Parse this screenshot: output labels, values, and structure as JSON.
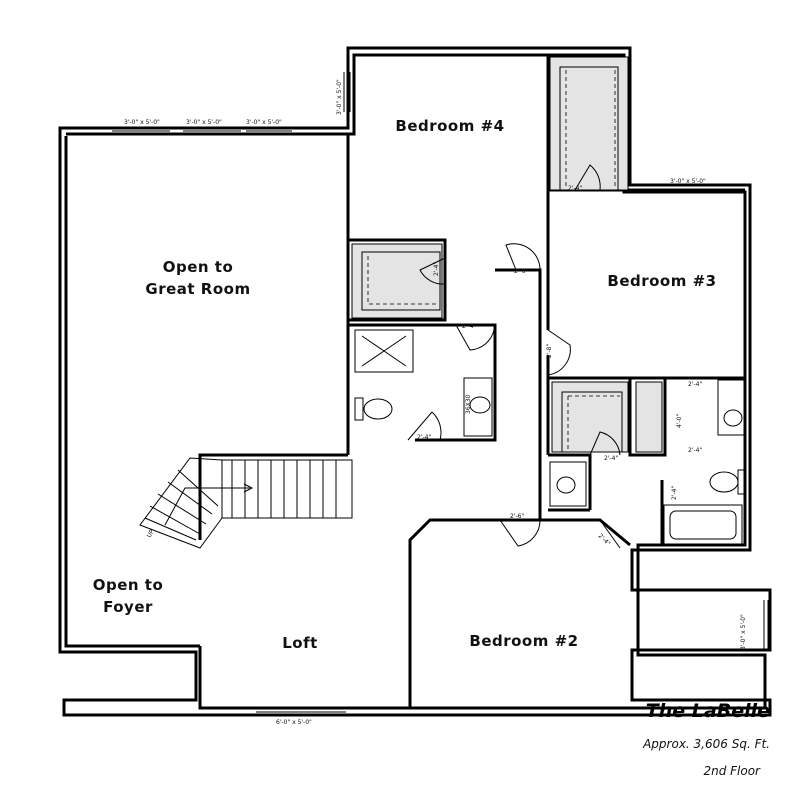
{
  "plan": {
    "title": "The LaBelle",
    "square_footage": "Approx. 3,606 Sq. Ft.",
    "floor": "2nd Floor"
  },
  "rooms": {
    "bedroom4": "Bedroom #4",
    "bedroom3": "Bedroom #3",
    "bedroom2": "Bedroom #2",
    "loft": "Loft",
    "open_great_room_1": "Open to",
    "open_great_room_2": "Great Room",
    "open_foyer_1": "Open to",
    "open_foyer_2": "Foyer",
    "stairs_up": "UP"
  },
  "dimensions": {
    "window_top_1": "3'-0\" x 5'-0\"",
    "window_top_2": "3'-0\" x 5'-0\"",
    "window_top_3": "3'-0\" x 5'-0\"",
    "window_bed4": "3'-0\" x 5'-0\"",
    "window_bed3": "3'-0\" x 5'-0\"",
    "window_bed2": "3'-0\" x 5'-0\"",
    "window_loft": "6'-0\" x 5'-0\"",
    "door_closet4": "2'-4\"",
    "door_bed4_bath": "2'-4\"",
    "door_bath4": "2'-4\"",
    "door_hall": "2'-6\"",
    "door_bed3_closet": "2'-4\"",
    "door_bed3": "2'-8\"",
    "door_bath_a": "2'-4\"",
    "door_bath_b": "2'-4\"",
    "door_closet3": "4'-0\"",
    "door_bed3_bath": "2'-4\"",
    "door_bath3": "2'-4\"",
    "door_bed2": "2'-6\"",
    "door_bed2_closet": "2'-4\"",
    "vanity": "36X30"
  }
}
